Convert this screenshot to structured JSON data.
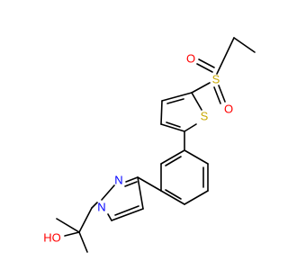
{
  "molecule": {
    "atoms": {
      "s_sulfonyl": {
        "label": "S",
        "color": "#c8a800"
      },
      "o_top": {
        "label": "O",
        "color": "#ff0000"
      },
      "o_bottom": {
        "label": "O",
        "color": "#ff0000"
      },
      "s_thiophene": {
        "label": "S",
        "color": "#c8a800"
      },
      "n1": {
        "label": "N",
        "color": "#0000ff"
      },
      "n2": {
        "label": "N",
        "color": "#0000ff"
      },
      "oh": {
        "label": "HO",
        "color": "#ff0000"
      }
    }
  }
}
